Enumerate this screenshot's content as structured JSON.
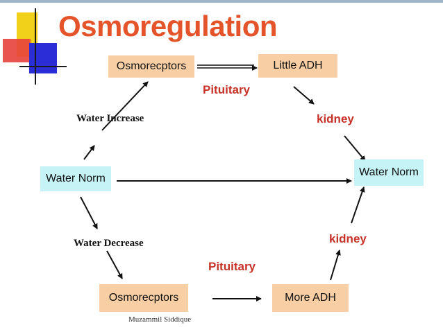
{
  "title": "Osmoregulation",
  "nodes": {
    "osmo_top": "Osmorecptors",
    "little_adh": "Little ADH",
    "water_norm_left": "Water Norm",
    "water_norm_right": "Water Norm",
    "osmo_bottom": "Osmorecptors",
    "more_adh": "More ADH"
  },
  "labels": {
    "pituitary_top": "Pituitary",
    "kidney_top": "kidney",
    "water_increase": "Water Increase",
    "water_decrease": "Water Decrease",
    "pituitary_bottom": "Pituitary",
    "kidney_bottom": "kidney"
  },
  "footer": "Muzammil Siddique",
  "colors": {
    "title": "#e4532a",
    "orange_box": "#f8cfa4",
    "cyan_box": "#c6f3f6",
    "red_label": "#c73228"
  }
}
